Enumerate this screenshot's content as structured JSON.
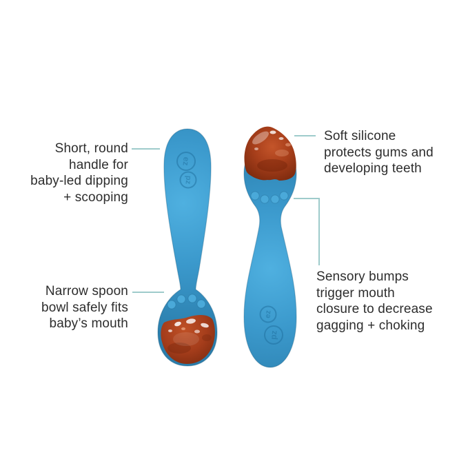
{
  "page": {
    "background": "#ffffff",
    "description": "Product feature infographic: two blue silicone baby spoons (one handle-up, one bowl-up) with red puree, annotated with four feature callouts"
  },
  "product": {
    "brand": "ezpz",
    "logo_top": "ez",
    "logo_bottom": "pz"
  },
  "annotations": {
    "handle": {
      "lines": [
        "Short, round",
        "handle for",
        "baby-led dipping",
        "+ scooping"
      ]
    },
    "silicone": {
      "lines": [
        "Soft silicone",
        "protects gums and",
        "developing teeth"
      ]
    },
    "bowl": {
      "lines": [
        "Narrow spoon",
        "bowl safely fits",
        "baby’s mouth"
      ]
    },
    "bumps": {
      "lines": [
        "Sensory bumps",
        "trigger mouth",
        "closure to decrease",
        "gagging + choking"
      ]
    }
  },
  "colors": {
    "spoon_blue": "#3792c4",
    "spoon_blue_light": "#4fb0e0",
    "spoon_blue_dark": "#2a7dab",
    "food_red": "#a83f1b",
    "food_red_dark": "#7c2a10",
    "food_red_light": "#c4552a",
    "callout_line": "#9ecbcb",
    "text": "#2d2d2d"
  }
}
